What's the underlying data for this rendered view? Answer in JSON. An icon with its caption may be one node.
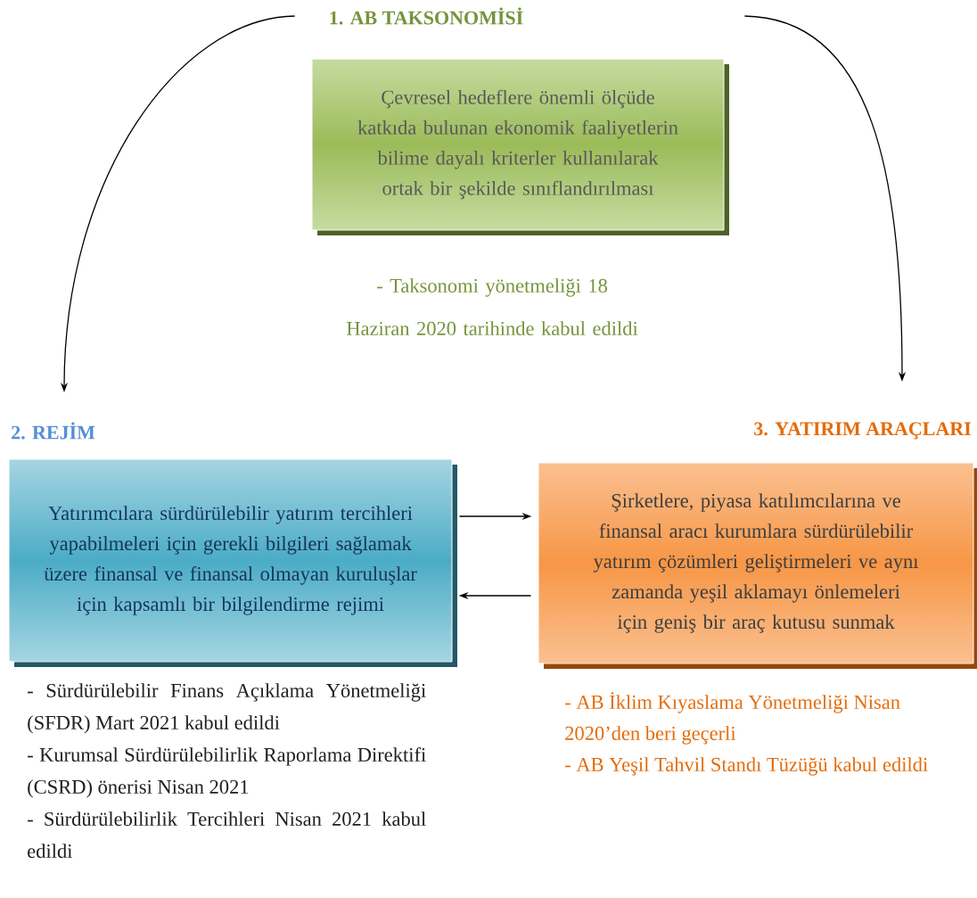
{
  "diagram": {
    "nodes": [
      {
        "text": [
          "1. AB TAKSONOMİSİ",
          "Çevresel hedeflere önemli ölçüde katkıda bulunan ekonomik faaliyetlerin bilime dayalı kriterler kullanılarak ortak bir şekilde sınıflandırılması"
        ],
        "beside": [
          "- Taksonomi yönetmeliği 18 Haziran 2020 tarihinde kabul edildi"
        ]
      },
      {
        "text": [
          "2. REJİM",
          "Yatırımcılara sürdürülebilir yatırım tercihleri yapabilmeleri için gerekli bilgileri sağlamak üzere finansal ve finansal olmayan kuruluşlar için kapsamlı bir bilgilendirme rejimi"
        ],
        "beside": [
          "- Sürdürülebilir Finans Açıklama Yönetmeliği (SFDR) Mart 2021 kabul edildi",
          "- Kurumsal Sürdürülebilirlik Raporlama Direktifi (CSRD) önerisi Nisan 2021",
          "- Sürdürülebilirlik Tercihleri Nisan 2021 kabul edildi"
        ]
      },
      {
        "text": [
          "3. YATIRIM ARAÇLARI",
          "Şirketlere, piyasa katılımcılarına ve finansal aracı kurumlara sürdürülebilir yatırım çözümleri geliştirmeleri ve aynı zamanda yeşil aklamayı önlemeleri için geniş bir araç kutusu sunmak"
        ],
        "beside": [
          "- AB İklim Kıyaslama Yönetmeliği Nisan 2020’den beri geçerli",
          "- AB Yeşil Tahvil Standı Tüzüğü kabul edildi"
        ]
      }
    ],
    "edges": [
      {
        "from": 0,
        "to": 1,
        "arrow": "to"
      },
      {
        "from": 0,
        "to": 2,
        "arrow": "to"
      },
      {
        "from": 1,
        "to": 2,
        "arrow": "to"
      },
      {
        "from": 2,
        "to": 1,
        "arrow": "to"
      }
    ]
  }
}
